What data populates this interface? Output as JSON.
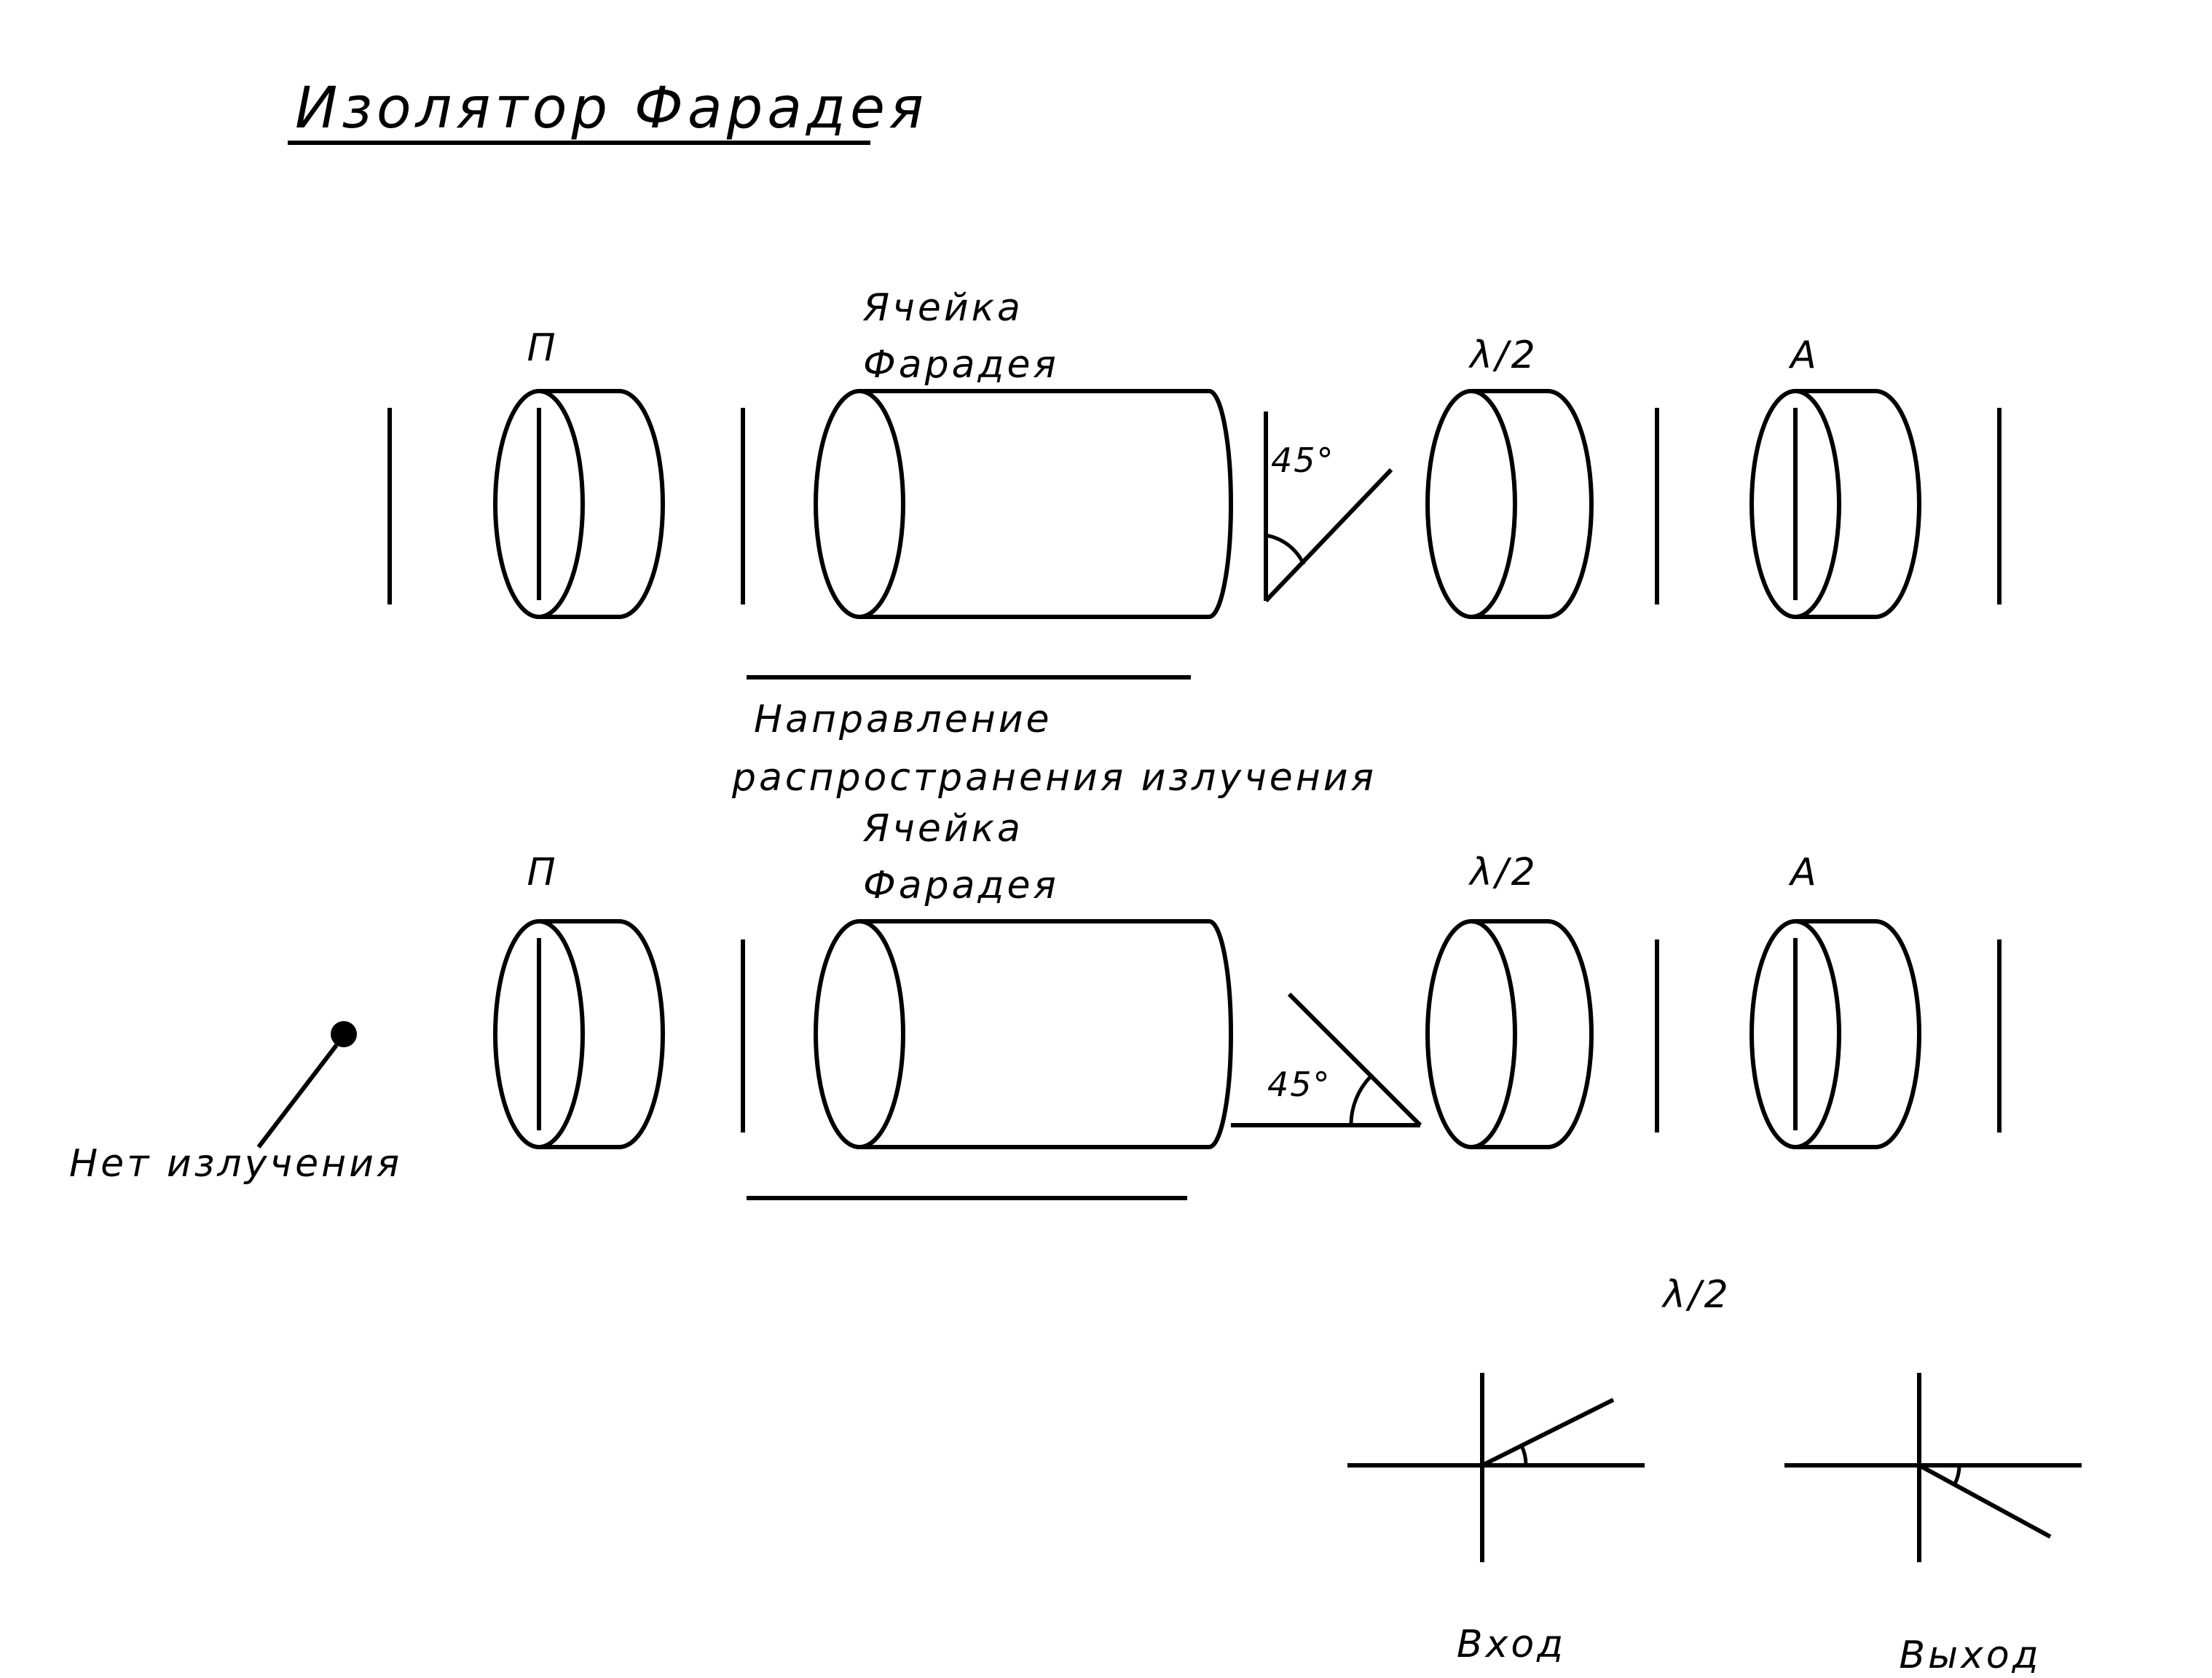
{
  "title": "Изолятор Фарадея",
  "forward": {
    "polarizer_label": "П",
    "cell_label_line1": "Ячейка",
    "cell_label_line2": "Фарадея",
    "halfwave_label": "λ/2",
    "analyzer_label": "А",
    "angle_label": "45°",
    "direction_label_line1": "Направление",
    "direction_label_line2": "распространения излучения"
  },
  "backward": {
    "polarizer_label": "П",
    "cell_label_line1": "Ячейка",
    "cell_label_line2": "Фарадея",
    "halfwave_label": "λ/2",
    "analyzer_label": "А",
    "angle_label": "45°",
    "no_radiation_label": "Нет излучения"
  },
  "waveplate_detail": {
    "title": "λ/2",
    "input_label": "Вход",
    "output_label": "Выход"
  }
}
